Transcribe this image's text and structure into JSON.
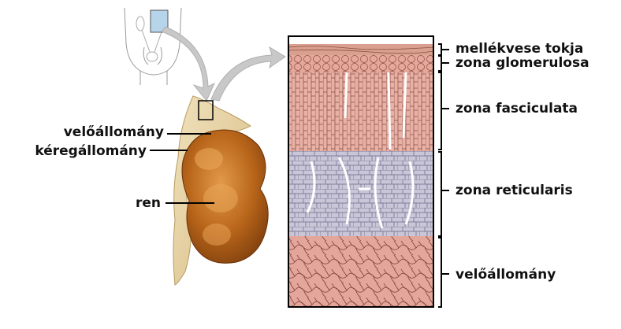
{
  "left_labels": {
    "medulla": "velőállomány",
    "cortex": "kéregállomány",
    "kidney": "ren"
  },
  "right_labels": {
    "capsule": "mellékvese tokja",
    "glomerulosa": "zona glomerulosa",
    "fasciculata": "zona fasciculata",
    "reticularis": "zona reticularis",
    "medulla": "velőállomány"
  },
  "colors": {
    "kidney": "#b8651a",
    "kidney_dark": "#7a3c0c",
    "adrenal": "#e8d3a0",
    "capsule": "#d9a08f",
    "glomerulosa": "#e6a89a",
    "fasciculata": "#e8b1a6",
    "reticularis": "#c9c6d8",
    "medulla": "#e4a69a",
    "arrow": "#c8c8c8",
    "line": "#000000"
  }
}
